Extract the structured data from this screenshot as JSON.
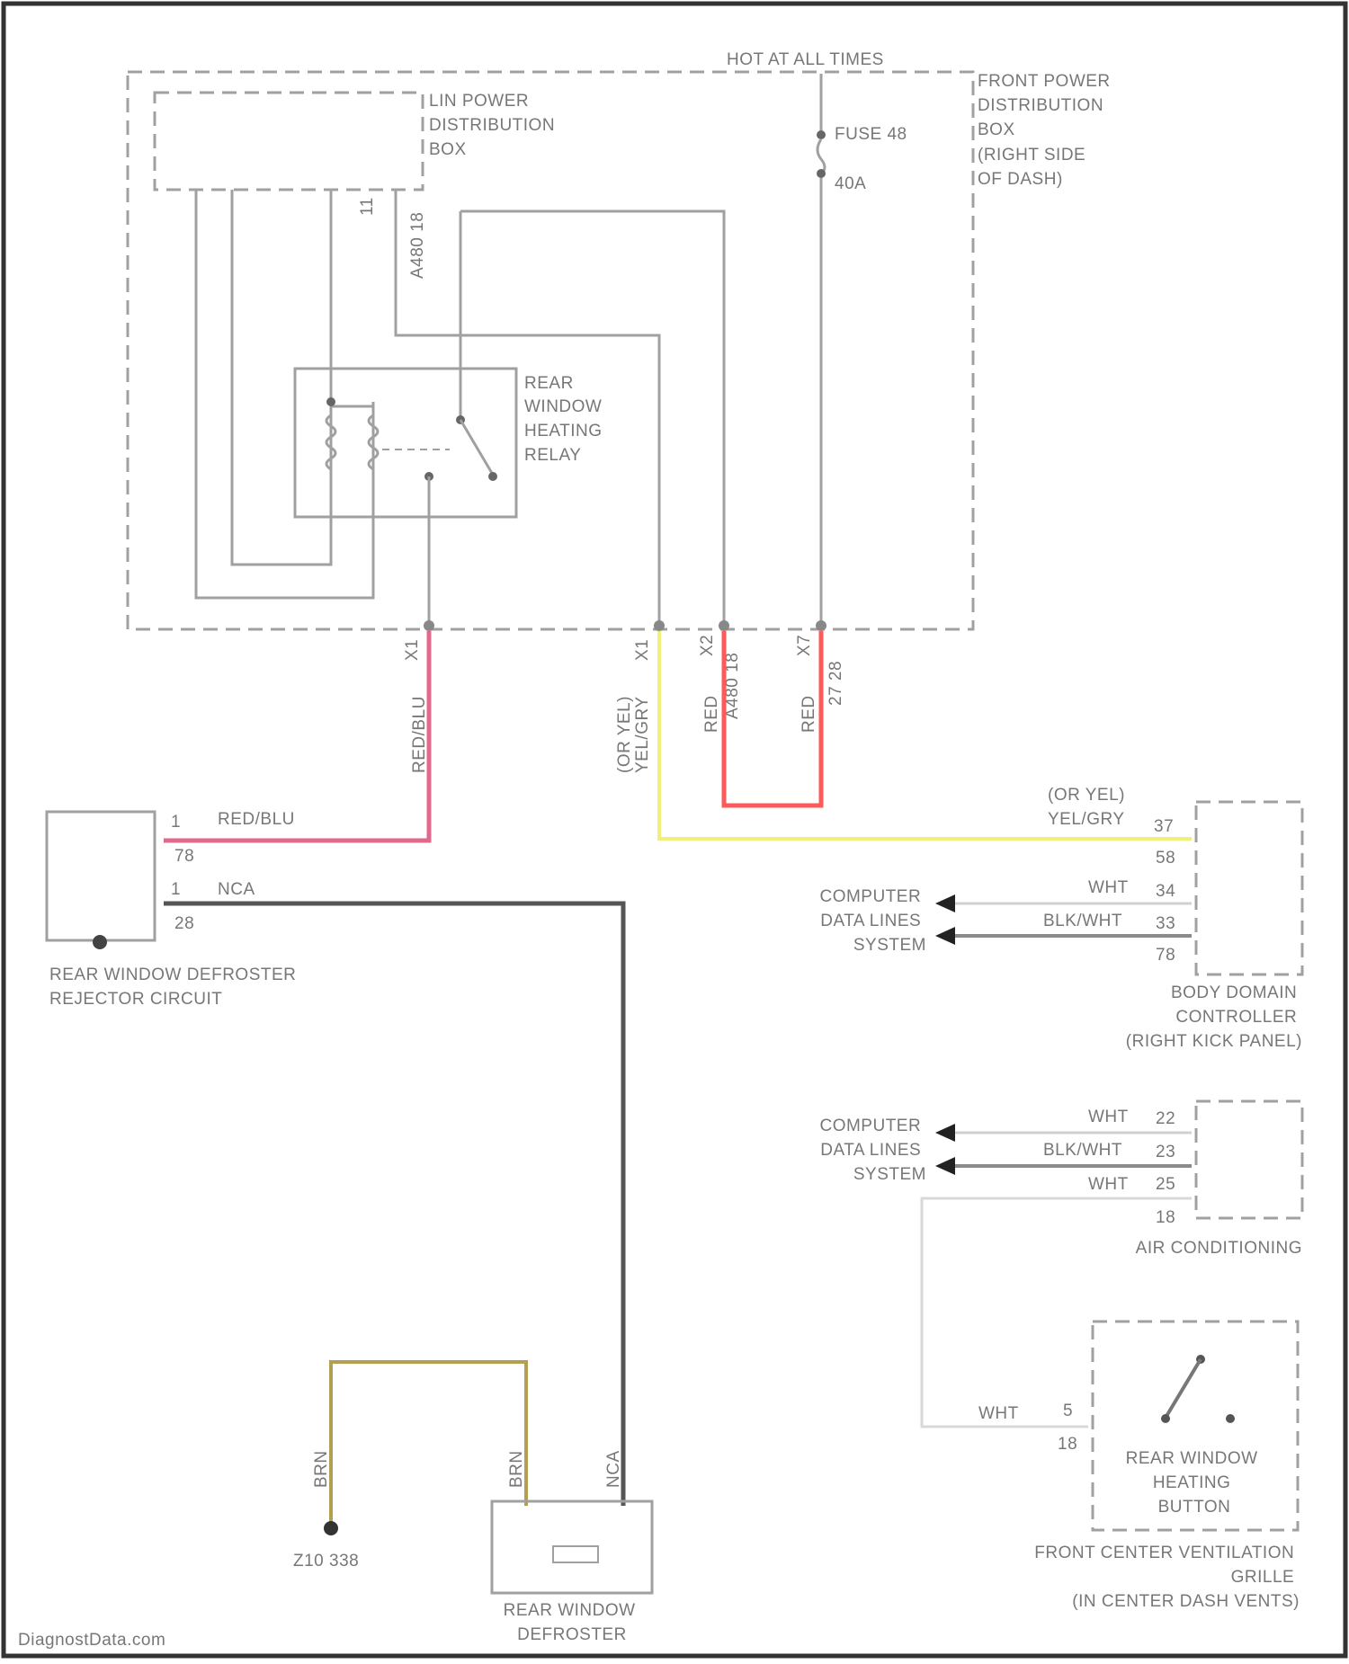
{
  "watermark": "DiagnostData.com",
  "colors": {
    "wire_gray": "#a0a0a0",
    "wire_red": "#ff5a5a",
    "wire_red_blu": "#e06a8c",
    "wire_yellow": "#efef7a",
    "wire_black": "#555555",
    "wire_brown": "#b2a050",
    "text": "#777777"
  },
  "power": {
    "hot_label": "HOT AT ALL TIMES",
    "fuse_label": "FUSE 48",
    "fuse_rating": "40A"
  },
  "components": {
    "lin_box": [
      "LIN POWER",
      "DISTRIBUTION",
      "BOX"
    ],
    "front_power_box": [
      "FRONT POWER",
      "DISTRIBUTION",
      "BOX",
      "(RIGHT SIDE",
      "OF DASH)"
    ],
    "relay": [
      "REAR",
      "WINDOW",
      "HEATING",
      "RELAY"
    ],
    "rejector": [
      "REAR WINDOW DEFROSTER",
      "REJECTOR CIRCUIT"
    ],
    "bdc": [
      "BODY DOMAIN",
      "CONTROLLER",
      "(RIGHT KICK PANEL)"
    ],
    "ac": [
      "AIR CONDITIONING"
    ],
    "button": [
      "REAR WINDOW",
      "HEATING",
      "BUTTON"
    ],
    "grille": [
      "FRONT CENTER VENTILATION",
      "GRILLE",
      "(IN CENTER DASH VENTS)"
    ],
    "defroster": [
      "REAR WINDOW",
      "DEFROSTER"
    ],
    "ground": "Z10 338",
    "data_lines": [
      "COMPUTER",
      "DATA LINES",
      "SYSTEM"
    ]
  },
  "connectors": {
    "a480": "A480 18",
    "a480_b": "A480 18",
    "pin11": "11",
    "pin_top": "11",
    "x1": "X1",
    "x1_b": "X1",
    "x2": "X2",
    "x7": "X7",
    "a728": "27 28",
    "rej_pin1": "1",
    "rej_pin78": "78",
    "rej_pin1b": "1",
    "rej_pin28": "28",
    "bdc_pin37": "37",
    "bdc_pin58": "58",
    "bdc_pin34": "34",
    "bdc_pin33": "33",
    "bdc_pin78": "78",
    "ac_pin22": "22",
    "ac_pin23": "23",
    "ac_pin25": "25",
    "ac_pin18": "18",
    "btn_pin5": "5",
    "btn_pin18": "18"
  },
  "wire_labels": {
    "red_blu_v": "RED/BLU",
    "red_blu_h": "RED/BLU",
    "or_yel_v": [
      "(OR YEL)",
      "YEL/GRY"
    ],
    "or_yel_h": [
      "(OR YEL)",
      "YEL/GRY"
    ],
    "red_1": "RED",
    "red_2": "RED",
    "nca_h": "NCA",
    "nca_v": "NCA",
    "brn_1": "BRN",
    "brn_2": "BRN",
    "wht_1": "WHT",
    "blk_wht_1": "BLK/WHT",
    "wht_2": "WHT",
    "blk_wht_2": "BLK/WHT",
    "wht_3": "WHT",
    "wht_4": "WHT"
  }
}
